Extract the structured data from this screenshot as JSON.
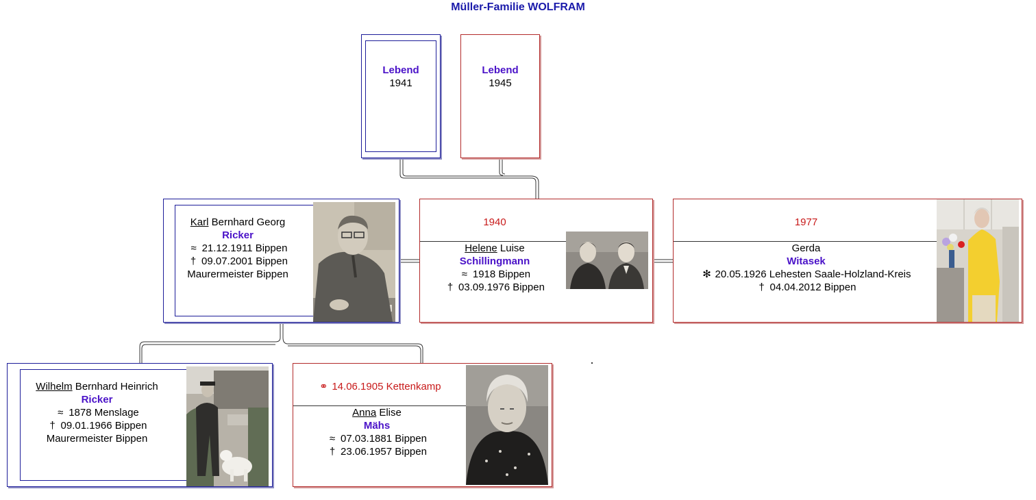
{
  "title": "Müller-Familie WOLFRAM",
  "grandparents": {
    "left": {
      "label": "Lebend",
      "year": "1941"
    },
    "right": {
      "label": "Lebend",
      "year": "1945"
    }
  },
  "karl": {
    "given_underlined": "Karl",
    "given_rest": " Bernhard Georg",
    "surname": "Ricker",
    "baptism_symbol": "≈",
    "baptism": "21.12.1911 Bippen",
    "death_symbol": "†",
    "death": "09.07.2001 Bippen",
    "occupation": "Maurermeister Bippen"
  },
  "helene": {
    "marriage_year": "1940",
    "given_underlined": "Helene",
    "given_rest": " Luise",
    "surname": "Schillingmann",
    "baptism_symbol": "≈",
    "baptism": "1918 Bippen",
    "death_symbol": "†",
    "death": "03.09.1976 Bippen"
  },
  "gerda": {
    "marriage_year": "1977",
    "given": "Gerda",
    "surname": "Witasek",
    "birth_symbol": "✻",
    "birth": "20.05.1926 Lehesten Saale-Holzland-Kreis",
    "death_symbol": "†",
    "death": "04.04.2012 Bippen"
  },
  "wilhelm": {
    "given_underlined": "Wilhelm",
    "given_rest": " Bernhard Heinrich",
    "surname": "Ricker",
    "baptism_symbol": "≈",
    "baptism": "1878 Menslage",
    "death_symbol": "†",
    "death": "09.01.1966 Bippen",
    "occupation": "Maurermeister Bippen"
  },
  "anna": {
    "marriage_symbol": "⚭",
    "marriage": "14.06.1905 Kettenkamp",
    "given_underlined": "Anna",
    "given_rest": " Elise",
    "surname": "Mähs",
    "baptism_symbol": "≈",
    "baptism": "07.03.1881 Bippen",
    "death_symbol": "†",
    "death": "23.06.1957 Bippen"
  },
  "colors": {
    "male_border": "#1c1c99",
    "female_border": "#b22a2a",
    "surname": "#4a12c8",
    "marriage_text": "#c81a1a"
  }
}
